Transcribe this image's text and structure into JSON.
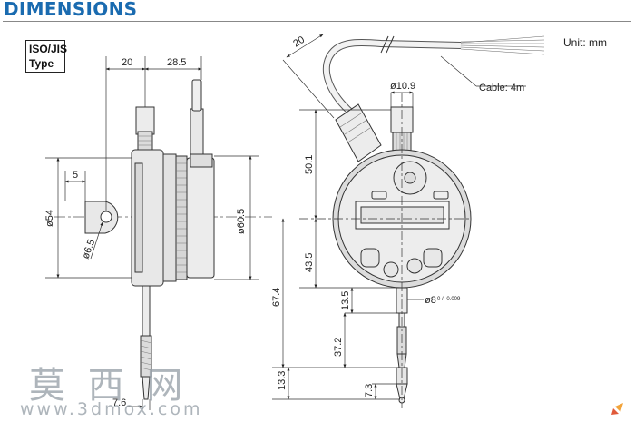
{
  "title": "DIMENSIONS",
  "type_box": {
    "line1": "ISO/JIS",
    "line2": "Type"
  },
  "unit_label": "Unit: mm",
  "side_view_dims": {
    "d20": "20",
    "d28_5": "28.5",
    "d5": "5",
    "d54": "ø54",
    "d6_5": "ø6.5",
    "d60_5": "ø60.5",
    "d7_6": "7.6"
  },
  "front_view_dims": {
    "d20": "20",
    "d10_9": "ø10.9",
    "cable": "Cable: 4m",
    "d50_1": "50.1",
    "d43_5": "43.5",
    "d67_4": "67.4",
    "d13_5": "13.5",
    "d8": "ø8",
    "d8_tol": "0 / -0.009",
    "d37_2": "37.2",
    "d13_3": "13.3",
    "d7_3": "7.3"
  },
  "watermark": {
    "line1": "莫 西 网",
    "line2": "www.3dmox.com"
  },
  "colors": {
    "title": "#1a6bb0",
    "body_fill": "#e8e8e8",
    "line": "#333333"
  }
}
